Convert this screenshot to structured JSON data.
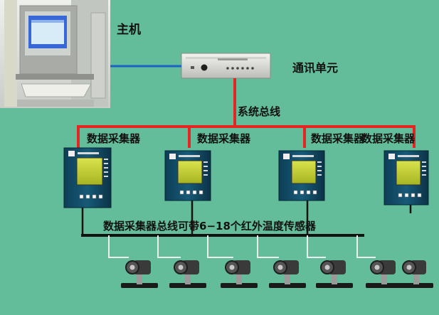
{
  "labels": {
    "host": "主机",
    "comm_unit": "通讯单元",
    "system_bus": "系统总线",
    "collectors": [
      "数据采集器",
      "数据采集器",
      "数据采集器",
      "数据采集器"
    ],
    "bus_note": "数据采集器总线可带6−18个红外温度传感器"
  },
  "colors": {
    "background": "#63bd9a",
    "system_bus_line": "#e52521",
    "host_link_line": "#1b62c4",
    "sensor_bus_line": "#111111",
    "sensor_drop_line": "#eeeeee"
  },
  "counts": {
    "collectors": 4,
    "sensors": 7
  }
}
